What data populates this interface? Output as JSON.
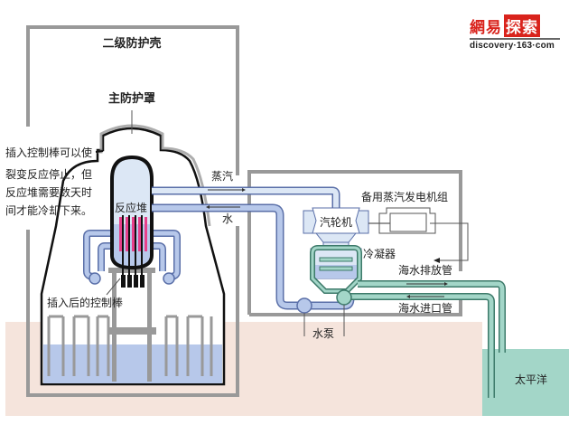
{
  "logo": {
    "brand": "網易",
    "section": "探索",
    "url": "discovery·163·com"
  },
  "labels": {
    "secondary_containment": "二级防护壳",
    "primary_containment": "主防护罩",
    "note_line1": "插入控制棒可以使",
    "note_line2": "裂变反应停止，但",
    "note_line3": "反应堆需要数天时",
    "note_line4": "间才能冷却下来。",
    "reactor": "反应堆",
    "inserted_rods": "插入后的控制棒",
    "steam": "蒸汽",
    "water": "水",
    "turbine": "汽轮机",
    "backup_generator": "备用蒸汽发电机组",
    "condenser": "冷凝器",
    "seawater_outlet": "海水排放管",
    "seawater_inlet": "海水进口管",
    "pump": "水泵",
    "pacific_ocean": "太平洋"
  },
  "colors": {
    "containment_gray": "#999999",
    "ground": "#f5e4dc",
    "coolant_blue": "#b7c8ea",
    "pipe_blue_stroke": "#5a6fa8",
    "steam_pipe": "#dce7f5",
    "seawater": "#a3d6c8",
    "seawater_stroke": "#3d7a6a",
    "fuel_pink": "#e8408a",
    "logo_red": "#d9231c"
  }
}
